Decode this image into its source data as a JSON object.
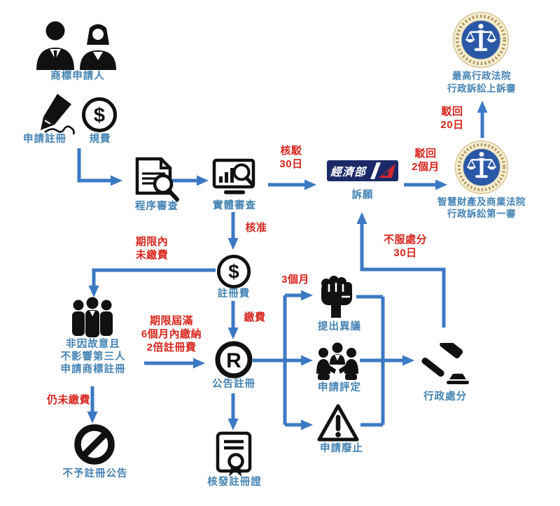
{
  "colors": {
    "label_blue": "#4383b3",
    "edge_label_red": "#d8251d",
    "arrow_blue": "#3c79c4",
    "icon_black": "#111111",
    "moea_navy": "#1b2a66",
    "moea_red": "#d22730",
    "emblem_blue": "#2a58a6",
    "emblem_gold": "#b69b4e"
  },
  "nodes": {
    "applicant": {
      "label": "商標申請人",
      "icon": "businessman-and-businesswoman"
    },
    "apply": {
      "label": "申請註冊",
      "icon": "fountain-pen"
    },
    "fee": {
      "label": "規費",
      "symbol": "$",
      "icon": "dollar-circle"
    },
    "procedural_exam": {
      "label": "程序審查",
      "icon": "document-magnifier"
    },
    "substantive_exam": {
      "label": "實體審查",
      "icon": "monitor-chart-magnifier"
    },
    "moea": {
      "logo_text": "經濟部",
      "label": "訴願",
      "icon": "moea-logo"
    },
    "ip_court": {
      "line1": "智慧財產及商業法院",
      "line2": "行政訴訟第一審",
      "icon": "court-emblem"
    },
    "supreme_court": {
      "line1": "最高行政法院",
      "line2": "行政訴訟上訴審",
      "icon": "court-emblem"
    },
    "registration_fee": {
      "label": "註冊費",
      "symbol": "$",
      "icon": "dollar-circle"
    },
    "non_intentional": {
      "line1": "非因故意且",
      "line2": "不影響第三人",
      "line3": "申請商標註冊",
      "icon": "three-people"
    },
    "refusal_publication": {
      "label": "不予註冊公告",
      "icon": "prohibition-sign"
    },
    "publication": {
      "label": "公告註冊",
      "symbol": "R",
      "icon": "registered-trademark"
    },
    "certificate": {
      "label": "核發註冊證",
      "icon": "certificate-ribbon"
    },
    "opposition": {
      "label": "提出異議",
      "icon": "raised-fist"
    },
    "invalidation": {
      "label": "申請評定",
      "icon": "meeting-people"
    },
    "revocation": {
      "label": "申請廢止",
      "icon": "warning-triangle"
    },
    "disposition": {
      "label": "行政處分",
      "icon": "gavel"
    }
  },
  "edge_labels": {
    "rejection": {
      "line1": "核駁",
      "line2": "30日"
    },
    "approval": {
      "line1": "核准"
    },
    "appeal_dismissed_2m": {
      "line1": "駁回",
      "line2": "2個月"
    },
    "appeal_dismissed_20d": {
      "line1": "駁回",
      "line2": "20日"
    },
    "not_paid_in_time": {
      "line1": "期限內",
      "line2": "未繳費"
    },
    "pay_double": {
      "line1": "期限屆滿",
      "line2": "6個月內繳納",
      "line3": "2倍註冊費"
    },
    "still_unpaid": {
      "line1": "仍未繳費"
    },
    "pay_fee": {
      "line1": "繳費"
    },
    "three_months": {
      "line1": "3個月"
    },
    "object_disposition": {
      "line1": "不服處分",
      "line2": "30日"
    }
  }
}
